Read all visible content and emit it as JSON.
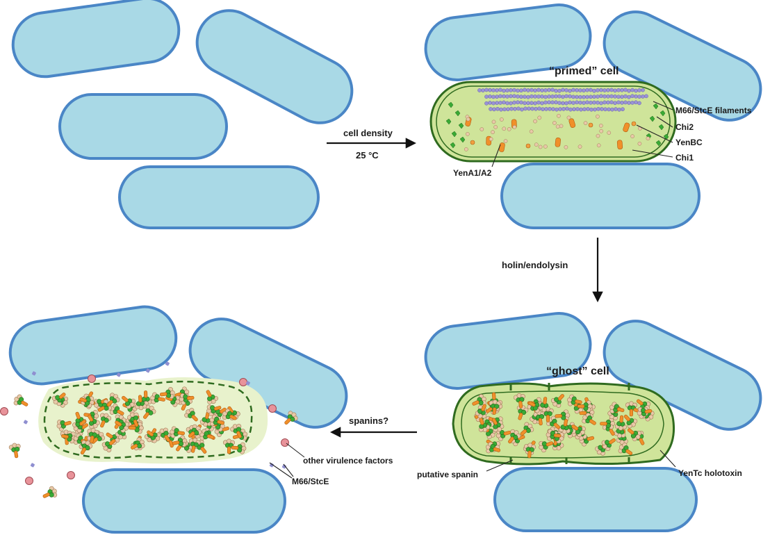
{
  "colors": {
    "bacterium_fill": "#a9d9e6",
    "bacterium_stroke": "#4a86c6",
    "cell_fill": "#cfe49a",
    "cell_stroke": "#2f6b1f",
    "filament": "#9a93d6",
    "chi": "#3aaa35",
    "toxin": "#f0902a",
    "bead": "#e8c9a8",
    "halo": "#e8f2cc",
    "red_factor": "#e8939a",
    "m66_dot": "#8f8fd0"
  },
  "arrows": {
    "density": {
      "label1": "cell density",
      "label2": "25 °C"
    },
    "holin": {
      "label": "holin/endolysin"
    },
    "spanins": {
      "label": "spanins?"
    }
  },
  "primed": {
    "title": "“primed” cell",
    "labels": {
      "filaments": "M66/StcE filaments",
      "chi2": "Chi2",
      "yenbc": "YenBC",
      "chi1": "Chi1",
      "yena": "YenA1/A2"
    }
  },
  "ghost": {
    "title": "“ghost” cell",
    "labels": {
      "spanin": "putative spanin",
      "holotoxin": "YenTc holotoxin"
    }
  },
  "released": {
    "labels": {
      "other": "other virulence factors",
      "m66": "M66/StcE"
    }
  }
}
